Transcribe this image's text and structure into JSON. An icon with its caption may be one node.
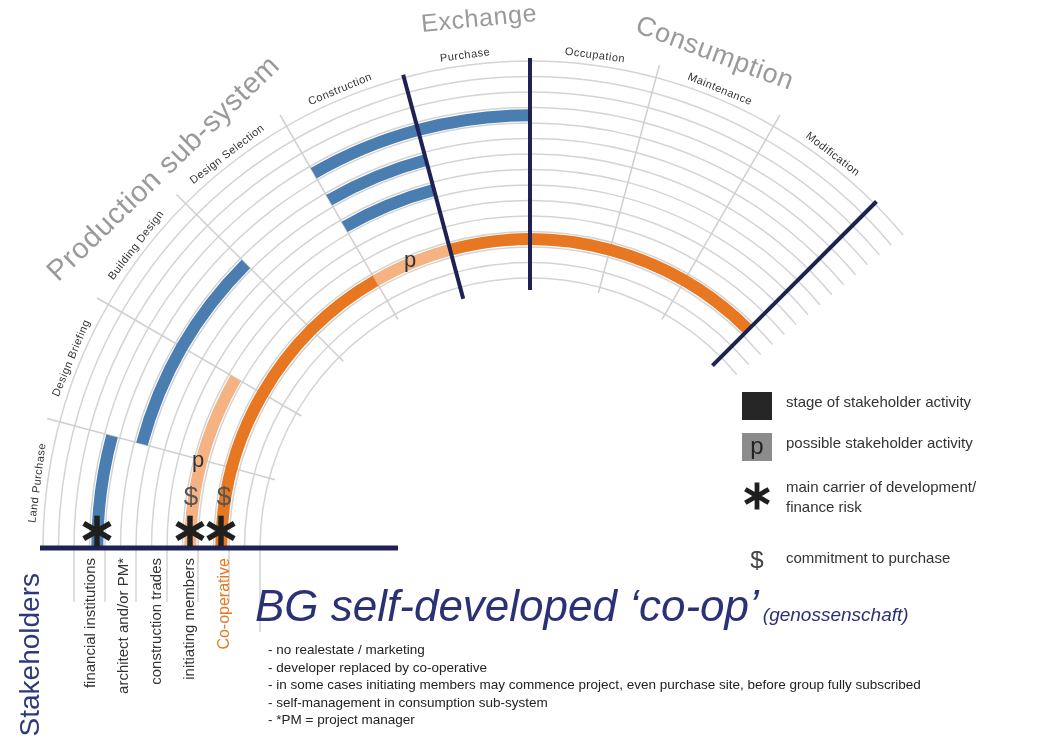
{
  "diagram": {
    "title": "BG self-developed ‘co-op’",
    "labels": [
      "Exchange",
      "Consumption",
      "Production sub-system",
      "Purchase",
      "Occupation",
      "Construction",
      "Maintenance",
      "Design Selection",
      "Modification",
      "Building Design",
      "p",
      "Design Briefing",
      "p",
      "p",
      "Land Purchase",
      "$",
      "$",
      "Stakeholders",
      "financial institutions",
      "architect and/or PM*",
      "construction trades",
      "initiating members",
      "Co-operative",
      "$",
      "(genossenschaft)",
      "- no realestate / marketing",
      "- developer replaced by co-operative",
      "- in some cases initiating members may commence project, even purchase site, before group fully subscribed",
      "- self-management in consumption sub-system",
      "- *PM = project manager"
    ],
    "legend": [
      {
        "text": "stage of stakeholder activity",
        "color": "#262626"
      },
      {
        "text": "possible stakeholder activity",
        "color": "#8c8c8c"
      },
      {
        "text": "main carrier of development/ finance risk"
      },
      {
        "text": "commitment to purchase"
      }
    ]
  }
}
